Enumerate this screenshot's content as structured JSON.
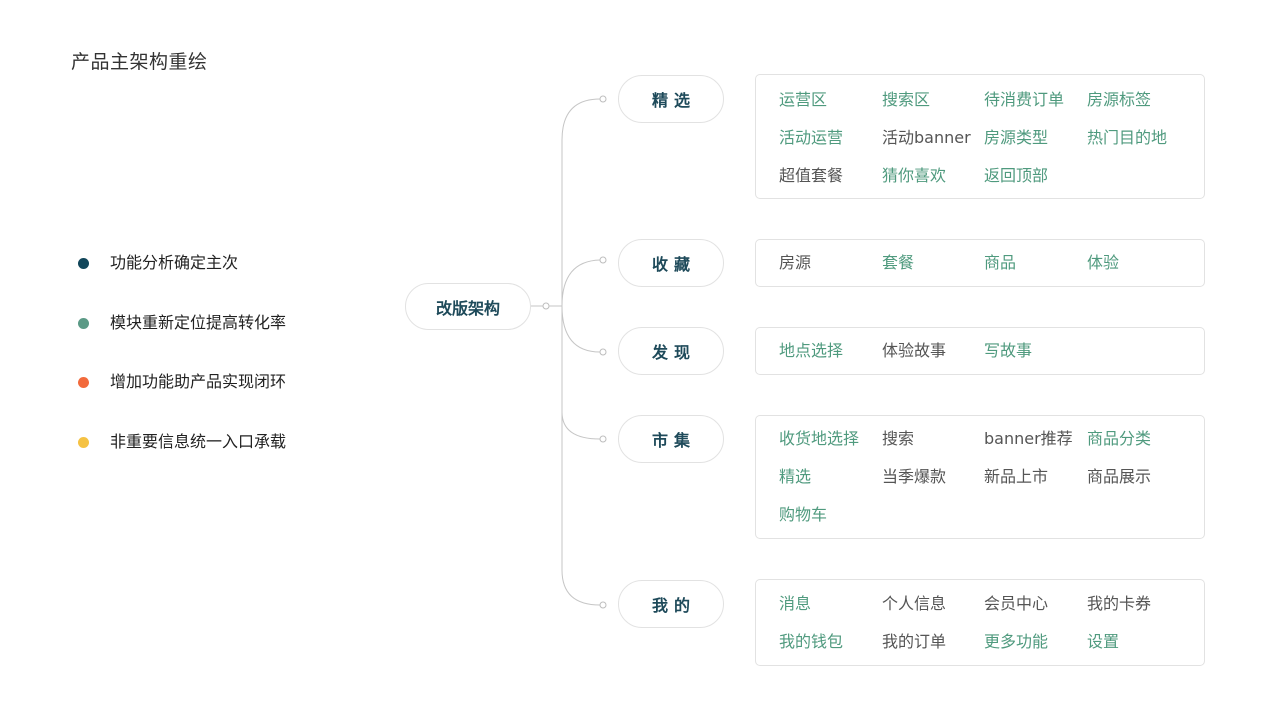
{
  "title": "产品主架构重绘",
  "legend": [
    {
      "text": "功能分析确定主次",
      "color": "#11465a"
    },
    {
      "text": "模块重新定位提高转化率",
      "color": "#5b9a86"
    },
    {
      "text": "增加功能助产品实现闭环",
      "color": "#f26a3c"
    },
    {
      "text": "非重要信息统一入口承载",
      "color": "#f5c243"
    }
  ],
  "colors": {
    "green": "#4f9a7e",
    "gray": "#555555",
    "navy": "#1e4a5a",
    "line": "#bdbdbd"
  },
  "root": {
    "label": "改版架构"
  },
  "branches": [
    {
      "label": "精选",
      "items": [
        {
          "text": "运营区",
          "style": "green"
        },
        {
          "text": "搜索区",
          "style": "green"
        },
        {
          "text": "待消费订单",
          "style": "green"
        },
        {
          "text": "房源标签",
          "style": "green"
        },
        {
          "text": "活动运营",
          "style": "green"
        },
        {
          "text": "活动banner",
          "style": "gray"
        },
        {
          "text": "房源类型",
          "style": "green"
        },
        {
          "text": "热门目的地",
          "style": "green"
        },
        {
          "text": "超值套餐",
          "style": "gray"
        },
        {
          "text": "猜你喜欢",
          "style": "green"
        },
        {
          "text": "返回顶部",
          "style": "green"
        }
      ]
    },
    {
      "label": "收藏",
      "items": [
        {
          "text": "房源",
          "style": "gray"
        },
        {
          "text": "套餐",
          "style": "green"
        },
        {
          "text": "商品",
          "style": "green"
        },
        {
          "text": "体验",
          "style": "green"
        }
      ]
    },
    {
      "label": "发现",
      "items": [
        {
          "text": "地点选择",
          "style": "green"
        },
        {
          "text": "体验故事",
          "style": "gray"
        },
        {
          "text": "写故事",
          "style": "green"
        }
      ]
    },
    {
      "label": "市集",
      "items": [
        {
          "text": "收货地选择",
          "style": "green"
        },
        {
          "text": "搜索",
          "style": "gray"
        },
        {
          "text": "banner推荐",
          "style": "gray"
        },
        {
          "text": "商品分类",
          "style": "green"
        },
        {
          "text": "精选",
          "style": "green"
        },
        {
          "text": "当季爆款",
          "style": "gray"
        },
        {
          "text": "新品上市",
          "style": "gray"
        },
        {
          "text": "商品展示",
          "style": "gray"
        },
        {
          "text": "购物车",
          "style": "green"
        }
      ]
    },
    {
      "label": "我的",
      "items": [
        {
          "text": "消息",
          "style": "green"
        },
        {
          "text": "个人信息",
          "style": "gray"
        },
        {
          "text": "会员中心",
          "style": "gray"
        },
        {
          "text": "我的卡券",
          "style": "gray"
        },
        {
          "text": "我的钱包",
          "style": "green"
        },
        {
          "text": "我的订单",
          "style": "gray"
        },
        {
          "text": "更多功能",
          "style": "green"
        },
        {
          "text": "设置",
          "style": "green"
        }
      ]
    }
  ]
}
